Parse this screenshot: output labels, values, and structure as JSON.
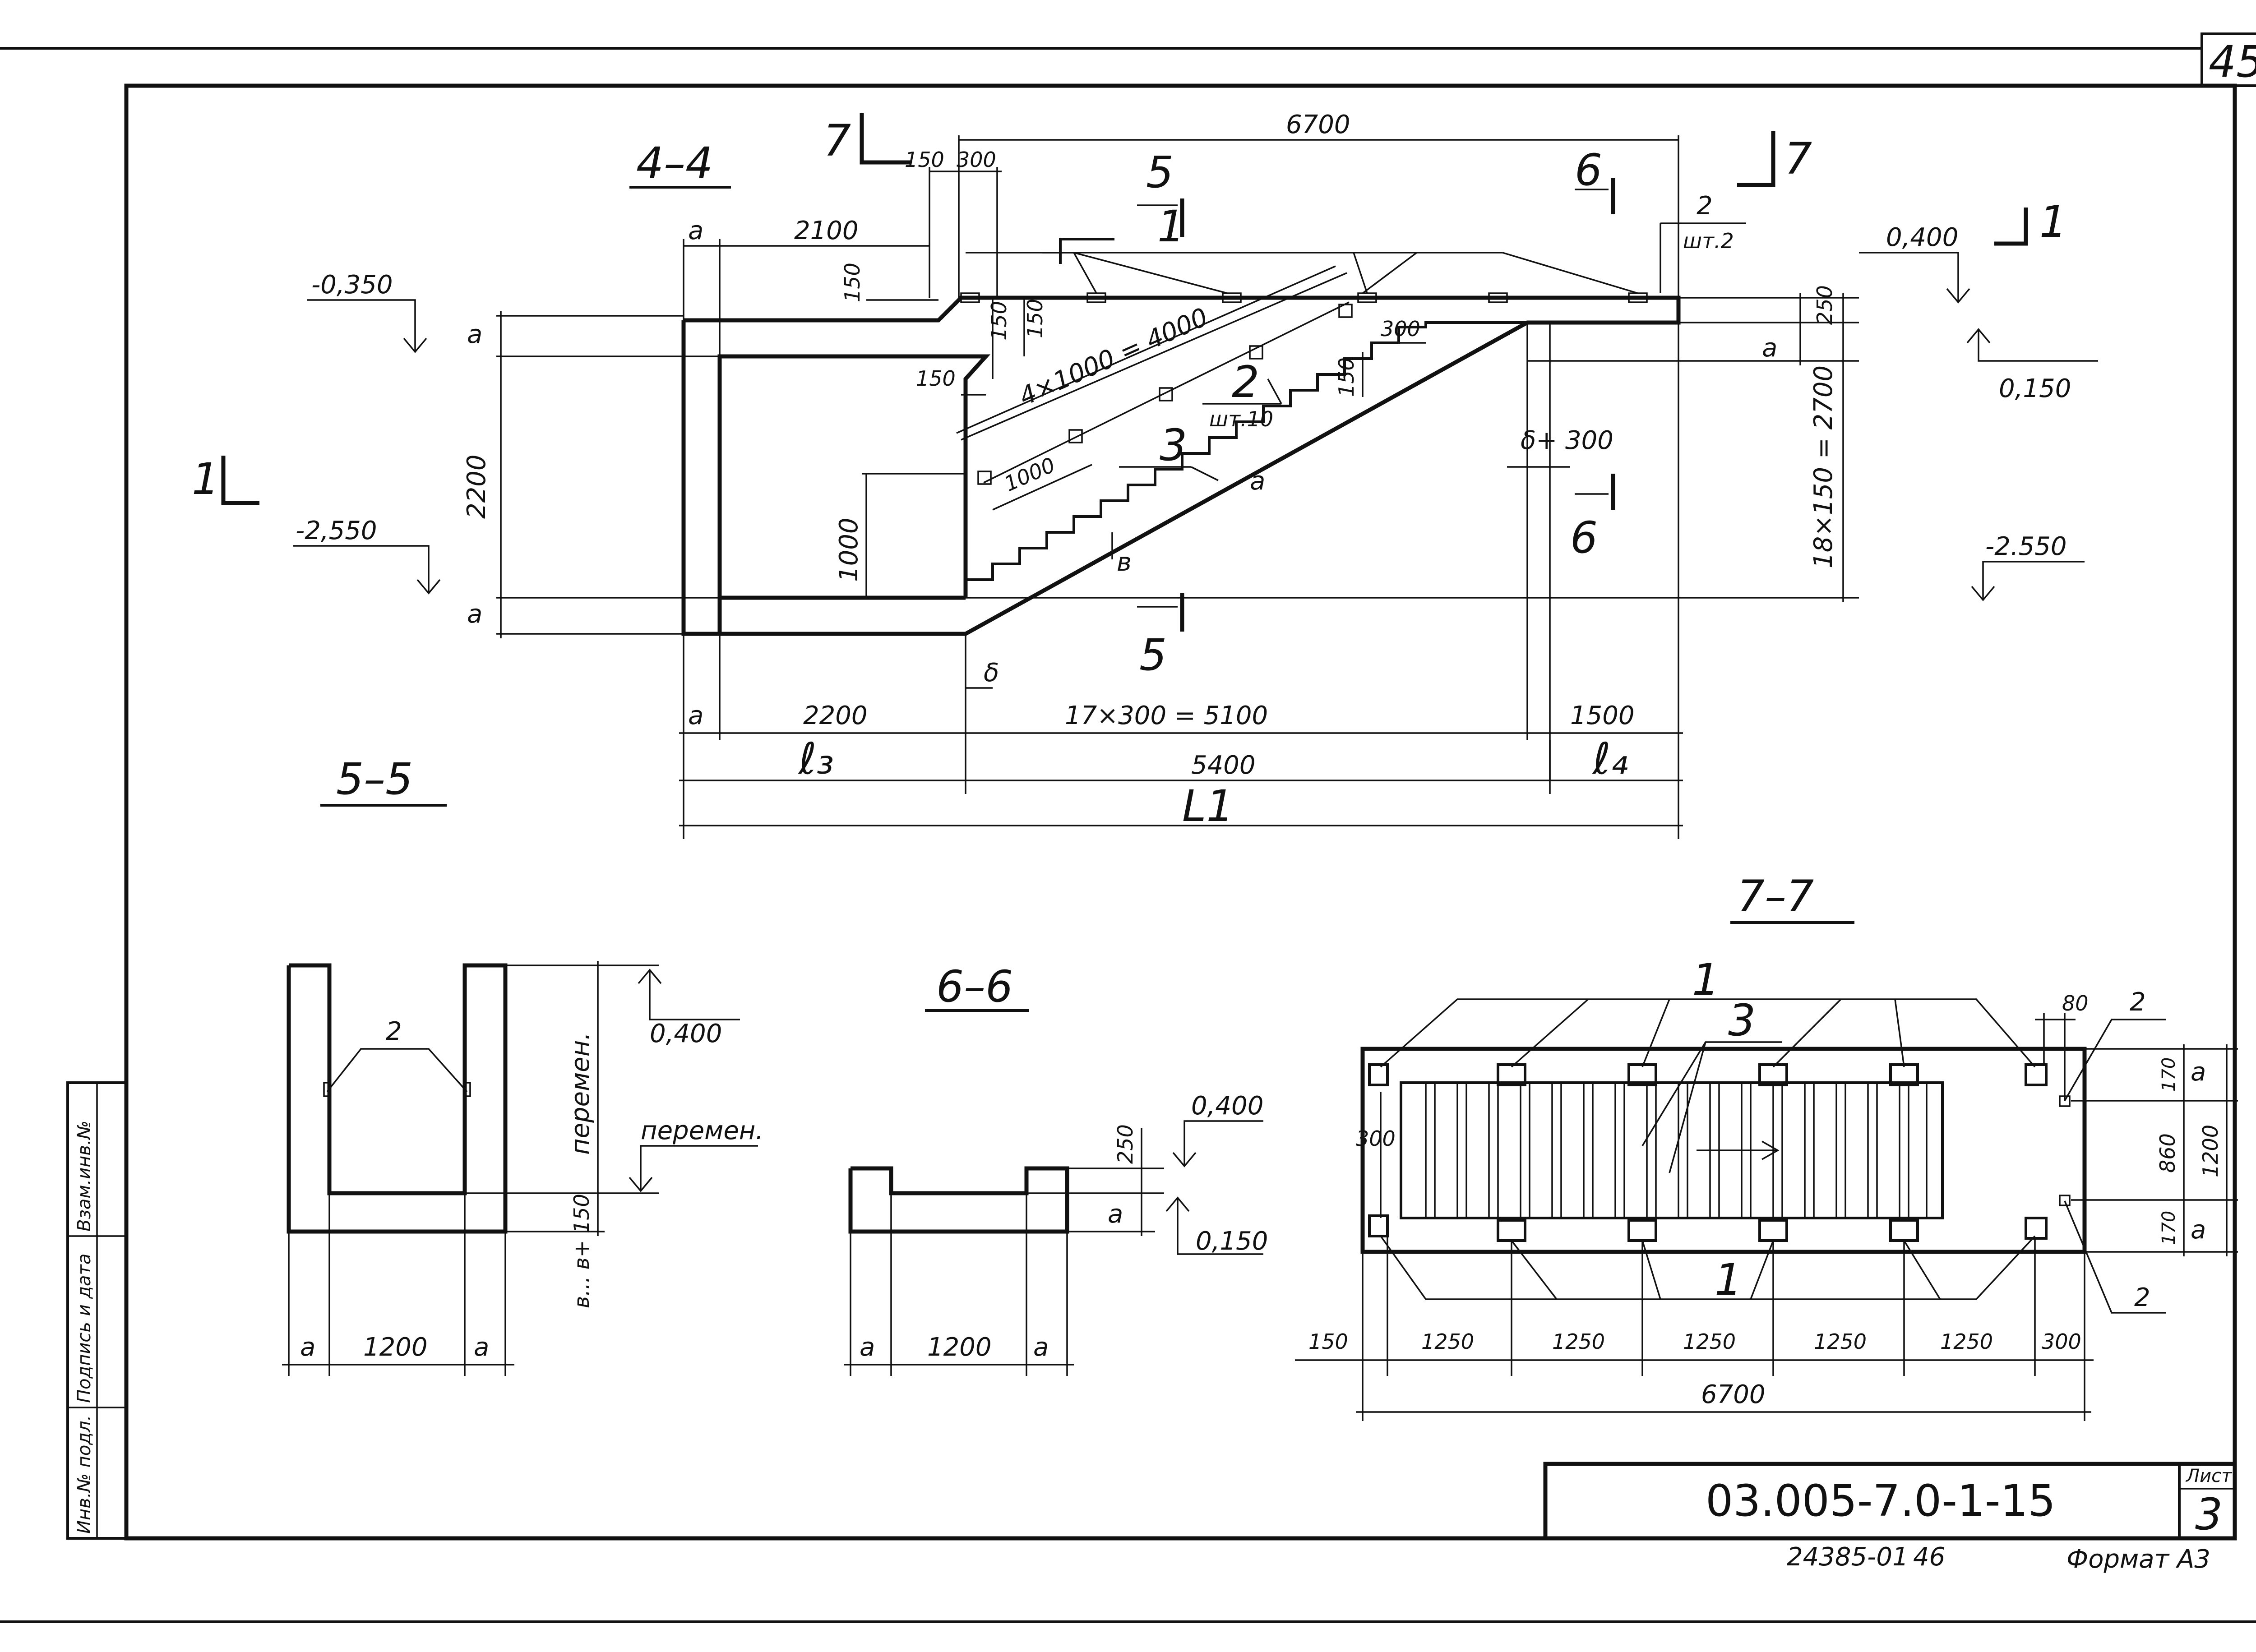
{
  "sheet": {
    "page_number": "45",
    "code": "03.005-7.0-1-15",
    "sheet_label": "Лист",
    "sheet_number": "3",
    "archive_number": "24385-01",
    "archive_page": "46",
    "format": "Формат А3",
    "side_stamp": [
      "Инв.№ подл.",
      "Подпись и дата",
      "Взам.инв.№"
    ]
  },
  "section_4_4": {
    "title": "4–4",
    "dims": {
      "top_overall": "6700",
      "top_150": "150",
      "top_300": "300",
      "upper_2100": "2100",
      "a_top": "а",
      "edge_150": "150",
      "step_150a": "150",
      "step_150b": "150",
      "slope_150": "150",
      "rise_4x": "4×1000 = 4000",
      "spacing_1000": "1000",
      "step_300": "300",
      "step_150c": "150",
      "lower_1000": "1000",
      "left_2200": "2200",
      "a_left_top": "а",
      "a_left_bottom": "а",
      "a_right": "а",
      "d_300": "δ+ 300",
      "right_250": "250",
      "right_rise": "18×150 = 2700",
      "bottom_a": "а",
      "bottom_2200": "2200",
      "bottom_steps": "17×300 = 5100",
      "bottom_1500": "1500",
      "l3": "ℓ₃",
      "span_5400": "5400",
      "l4": "ℓ₄",
      "total": "L1",
      "delta": "δ",
      "a_slope": "а",
      "b_step": "в"
    },
    "levels": {
      "upper_left": "-0,350",
      "lower_left": "-2,550",
      "upper_right": "0,400",
      "right_mid": "0,150",
      "lower_right": "-2.550"
    },
    "marks": {
      "cut7_left": "7",
      "cut7_right": "7",
      "cut5_top": "5",
      "cut5_bottom": "5",
      "cut6_top": "6",
      "cut6_bottom": "6",
      "cut1_left": "1",
      "cut1_right": "1",
      "item1": "1",
      "item2_top": "2",
      "item2_top_qty": "шт.2",
      "item2_mid": "2",
      "item2_mid_qty": "шт.10",
      "item3": "3"
    }
  },
  "section_5_5": {
    "title": "5–5",
    "item2": "2",
    "level_top": "0,400",
    "level_mid": "перемен.",
    "height_label": "перемен.",
    "base_label": "в... в+ 150",
    "dim_a_left": "а",
    "dim_width": "1200",
    "dim_a_right": "а"
  },
  "section_6_6": {
    "title": "6–6",
    "level_top": "0,400",
    "level_bottom": "0,150",
    "dim_250": "250",
    "dim_a_side": "а",
    "dim_a_left": "а",
    "dim_width": "1200",
    "dim_a_right": "а"
  },
  "section_7_7": {
    "title": "7–7",
    "marks": {
      "item1_top": "1",
      "item1_bottom": "1",
      "item3": "3",
      "item2_top": "2",
      "item2_bottom": "2"
    },
    "dims": {
      "d80": "80",
      "d170_top": "170",
      "d860": "860",
      "d170_bottom": "170",
      "d1200": "1200",
      "a_top": "а",
      "a_bottom": "а",
      "d300_left": "300",
      "b150": "150",
      "b1250_1": "1250",
      "b1250_2": "1250",
      "b1250_3": "1250",
      "b1250_4": "1250",
      "b1250_5": "1250",
      "b300": "300",
      "total": "6700"
    }
  }
}
